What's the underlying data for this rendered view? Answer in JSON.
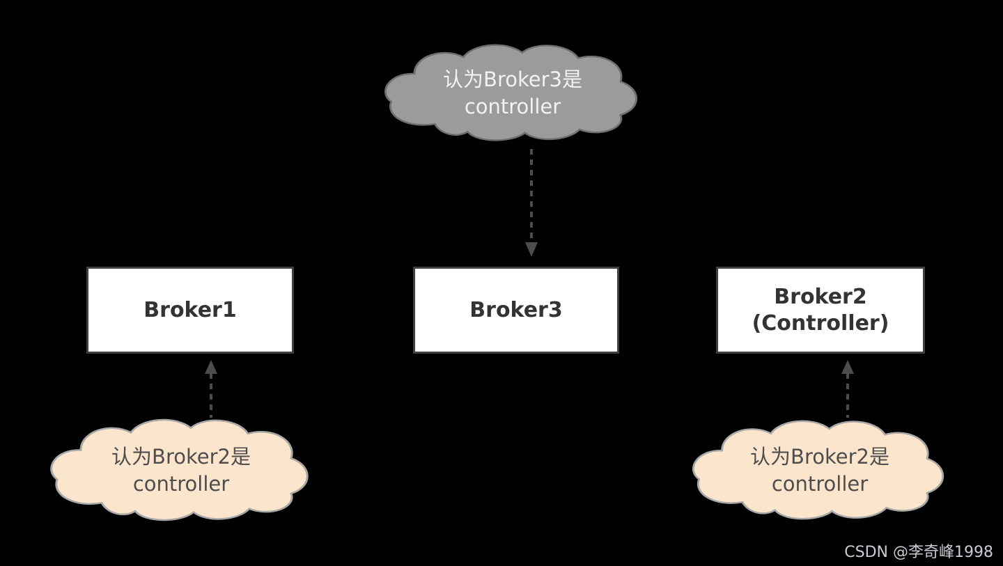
{
  "canvas": {
    "background": "#000000"
  },
  "clouds": {
    "top": {
      "line1": "认为Broker3是",
      "line2": "controller",
      "fill": "#9b9b9b",
      "stroke": "#6f6f6f",
      "text_color": "#f2f2f2"
    },
    "bottom_left": {
      "line1": "认为Broker2是",
      "line2": "controller",
      "fill": "#fbe5cd",
      "stroke": "#a8a8a8",
      "text_color": "#4d4d4d"
    },
    "bottom_right": {
      "line1": "认为Broker2是",
      "line2": "controller",
      "fill": "#fbe5cd",
      "stroke": "#a8a8a8",
      "text_color": "#4d4d4d"
    }
  },
  "boxes": {
    "broker1": {
      "label": "Broker1"
    },
    "broker3": {
      "label": "Broker3"
    },
    "broker2": {
      "line1": "Broker2",
      "line2": "(Controller)"
    }
  },
  "arrows": {
    "color": "#4d4d4d"
  },
  "watermark": {
    "text": "CSDN @李奇峰1998",
    "color": "#c9ccd2"
  }
}
